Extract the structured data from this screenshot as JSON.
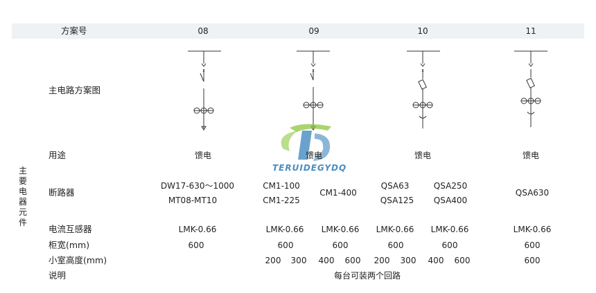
{
  "header": {
    "label": "方案号",
    "schemes": [
      "08",
      "09",
      "10",
      "11"
    ]
  },
  "rows": {
    "diagram_label": "主电路方案图",
    "usage_label": "用途",
    "breaker_label": "断路器",
    "ct_label": "电流互感器",
    "width_label": "柜宽(mm)",
    "height_label": "小室高度(mm)",
    "note_label": "说明"
  },
  "group_label": "主要电器元件",
  "usage": {
    "s08": "馈电",
    "s09": "馈电",
    "s10": "馈电",
    "s11": "馈电"
  },
  "breakers": {
    "s08": [
      "DW17-630～1000",
      "MT08-MT10"
    ],
    "s09a": [
      "CM1-100",
      "CM1-225"
    ],
    "s09b": "CM1-400",
    "s10a": [
      "QSA63",
      "QSA125"
    ],
    "s10b": [
      "QSA250",
      "QSA400"
    ],
    "s11": "QSA630"
  },
  "ct": {
    "s08": "LMK-0.66",
    "s09a": "LMK-0.66",
    "s09b": "LMK-0.66",
    "s10a": "LMK-0.66",
    "s10b": "LMK-0.66",
    "s11": "LMK-0.66"
  },
  "width": {
    "s08": "600",
    "s09a": "600",
    "s09b": "600",
    "s10a": "600",
    "s10b": "600",
    "s11": "600"
  },
  "heights": {
    "s08": "",
    "s09a1": "200",
    "s09a2": "300",
    "s09b1": "400",
    "s09b2": "600",
    "s10a1": "200",
    "s10a2": "300",
    "s10b1": "400",
    "s10b2": "600",
    "s11": "600"
  },
  "note": "每台可装两个回路",
  "watermark": {
    "text": "TERUIDEGYDQ",
    "color_green": "#8dc63f",
    "color_blue": "#2a7ab8"
  }
}
